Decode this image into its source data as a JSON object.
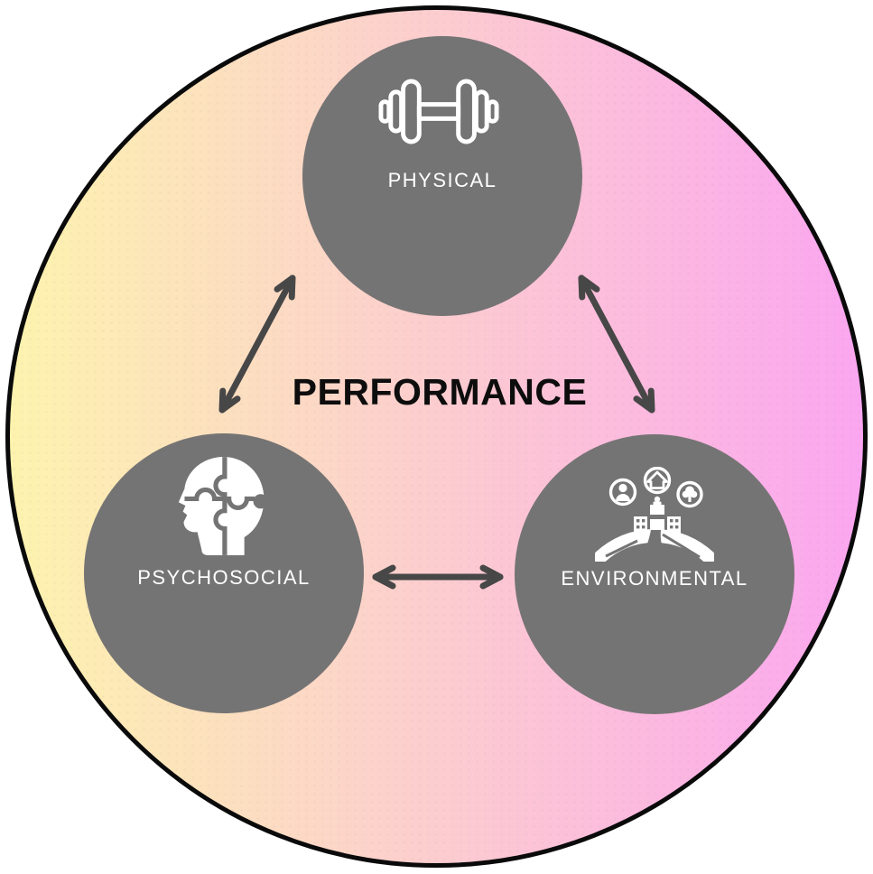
{
  "title": "PERFORMANCE",
  "nodes": [
    {
      "id": "physical",
      "label": "PHYSICAL",
      "icon": "dumbbell-icon"
    },
    {
      "id": "psychosocial",
      "label": "PSYCHOSOCIAL",
      "icon": "head-puzzle-icon"
    },
    {
      "id": "environmental",
      "label": "ENVIRONMENTAL",
      "icon": "city-environment-icon"
    }
  ],
  "connections": [
    {
      "from": "physical",
      "to": "psychosocial",
      "type": "double-arrow"
    },
    {
      "from": "physical",
      "to": "environmental",
      "type": "double-arrow"
    },
    {
      "from": "psychosocial",
      "to": "environmental",
      "type": "double-arrow"
    }
  ],
  "colors": {
    "node_fill": "#757474",
    "icon_color": "#ffffff",
    "label_color": "#ffffff",
    "arrow_color": "#474747",
    "center_text_color": "#0d0d0d",
    "outer_border_color": "#0a0a0a",
    "gradient_left": "#fdf3ae",
    "gradient_right": "#fba6f0",
    "page_background": "#ffffff"
  }
}
